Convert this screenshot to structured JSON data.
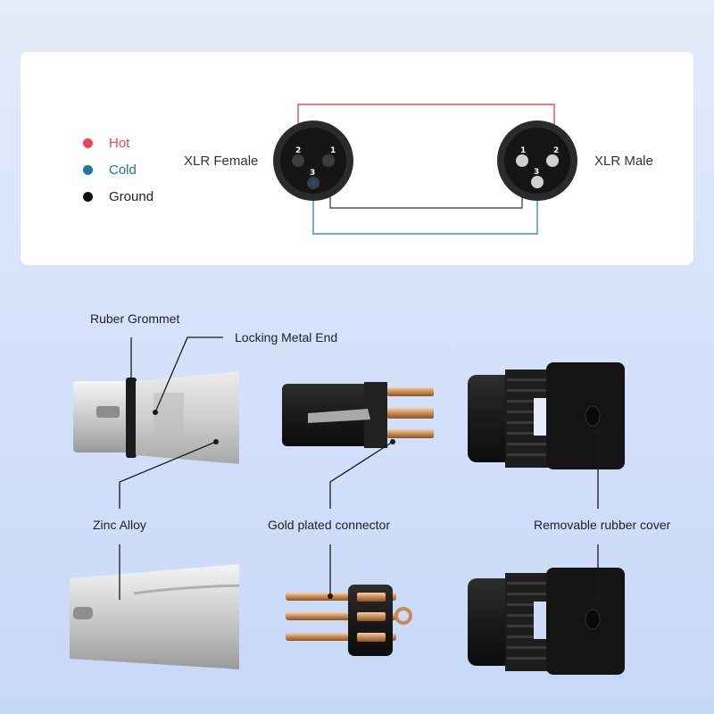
{
  "legend": [
    {
      "label": "Hot",
      "color": "#e8474f"
    },
    {
      "label": "Cold",
      "color": "#1f74a8"
    },
    {
      "label": "Ground",
      "color": "#111111"
    }
  ],
  "wiring": {
    "female_label": "XLR Female",
    "male_label": "XLR Male",
    "female_pins": [
      "2",
      "1",
      "3"
    ],
    "male_pins": [
      "1",
      "2",
      "3"
    ],
    "colors": {
      "hot": "#e0505a",
      "cold": "#3c8fc4",
      "ground": "#333333"
    }
  },
  "callouts": {
    "grommet": "Ruber Grommet",
    "locking": "Locking Metal End",
    "zinc": "Zinc Alloy",
    "gold": "Gold plated connector",
    "rubber_cover": "Removable rubber cover"
  }
}
